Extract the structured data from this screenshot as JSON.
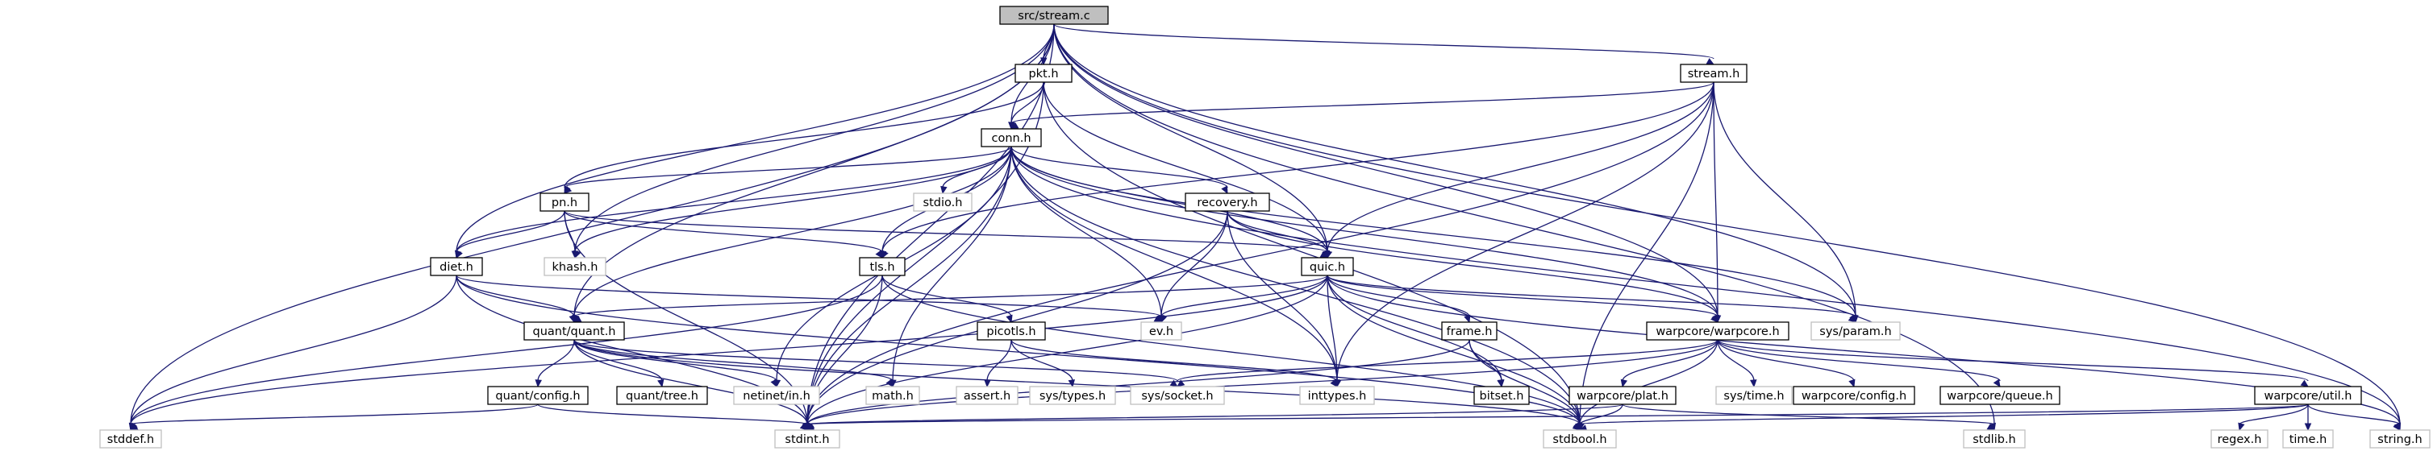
{
  "diagram": {
    "root": "stream_c",
    "colors": {
      "edge": "#191970",
      "root_fill": "#bfbfbf",
      "system_border": "#bfbfbf",
      "local_border": "#000000"
    },
    "nodes": [
      {
        "id": "stream_c",
        "label": "src/stream.c",
        "kind": "root"
      },
      {
        "id": "pkt_h",
        "label": "pkt.h",
        "kind": "local"
      },
      {
        "id": "stream_h",
        "label": "stream.h",
        "kind": "local"
      },
      {
        "id": "conn_h",
        "label": "conn.h",
        "kind": "local"
      },
      {
        "id": "pn_h",
        "label": "pn.h",
        "kind": "local"
      },
      {
        "id": "stdio_h",
        "label": "stdio.h",
        "kind": "system"
      },
      {
        "id": "recovery_h",
        "label": "recovery.h",
        "kind": "local"
      },
      {
        "id": "diet_h",
        "label": "diet.h",
        "kind": "local"
      },
      {
        "id": "khash_h",
        "label": "khash.h",
        "kind": "system"
      },
      {
        "id": "tls_h",
        "label": "tls.h",
        "kind": "local"
      },
      {
        "id": "quic_h",
        "label": "quic.h",
        "kind": "local"
      },
      {
        "id": "ev_h",
        "label": "ev.h",
        "kind": "system"
      },
      {
        "id": "sys_param_h",
        "label": "sys/param.h",
        "kind": "system"
      },
      {
        "id": "quant_quant_h",
        "label": "quant/quant.h",
        "kind": "local"
      },
      {
        "id": "picotls_h",
        "label": "picotls.h",
        "kind": "local"
      },
      {
        "id": "frame_h",
        "label": "frame.h",
        "kind": "local"
      },
      {
        "id": "warpcore_h",
        "label": "warpcore/warpcore.h",
        "kind": "local"
      },
      {
        "id": "inttypes_h",
        "label": "inttypes.h",
        "kind": "system"
      },
      {
        "id": "quant_config_h",
        "label": "quant/config.h",
        "kind": "local"
      },
      {
        "id": "quant_tree_h",
        "label": "quant/tree.h",
        "kind": "local"
      },
      {
        "id": "netinet_in_h",
        "label": "netinet/in.h",
        "kind": "system"
      },
      {
        "id": "math_h",
        "label": "math.h",
        "kind": "system"
      },
      {
        "id": "assert_h",
        "label": "assert.h",
        "kind": "system"
      },
      {
        "id": "sys_types_h",
        "label": "sys/types.h",
        "kind": "system"
      },
      {
        "id": "sys_socket_h",
        "label": "sys/socket.h",
        "kind": "system"
      },
      {
        "id": "bitset_h",
        "label": "bitset.h",
        "kind": "local"
      },
      {
        "id": "warpcore_plat_h",
        "label": "warpcore/plat.h",
        "kind": "local"
      },
      {
        "id": "sys_time_h",
        "label": "sys/time.h",
        "kind": "system"
      },
      {
        "id": "warpcore_config_h",
        "label": "warpcore/config.h",
        "kind": "local"
      },
      {
        "id": "warpcore_queue_h",
        "label": "warpcore/queue.h",
        "kind": "local"
      },
      {
        "id": "warpcore_util_h",
        "label": "warpcore/util.h",
        "kind": "local"
      },
      {
        "id": "stddef_h",
        "label": "stddef.h",
        "kind": "system"
      },
      {
        "id": "stdint_h",
        "label": "stdint.h",
        "kind": "system"
      },
      {
        "id": "stdbool_h",
        "label": "stdbool.h",
        "kind": "system"
      },
      {
        "id": "stdlib_h",
        "label": "stdlib.h",
        "kind": "system"
      },
      {
        "id": "regex_h",
        "label": "regex.h",
        "kind": "system"
      },
      {
        "id": "time_h",
        "label": "time.h",
        "kind": "system"
      },
      {
        "id": "string_h",
        "label": "string.h",
        "kind": "system"
      }
    ],
    "edges": [
      [
        "stream_c",
        "pkt_h"
      ],
      [
        "stream_c",
        "stream_h"
      ],
      [
        "stream_c",
        "conn_h"
      ],
      [
        "stream_c",
        "diet_h"
      ],
      [
        "stream_c",
        "quic_h"
      ],
      [
        "stream_c",
        "warpcore_h"
      ],
      [
        "stream_c",
        "quant_quant_h"
      ],
      [
        "stream_c",
        "khash_h"
      ],
      [
        "stream_c",
        "stdint_h"
      ],
      [
        "stream_c",
        "stddef_h"
      ],
      [
        "stream_c",
        "sys_param_h"
      ],
      [
        "stream_c",
        "stdlib_h"
      ],
      [
        "stream_c",
        "string_h"
      ],
      [
        "pkt_h",
        "conn_h"
      ],
      [
        "pkt_h",
        "pn_h"
      ],
      [
        "pkt_h",
        "quic_h"
      ],
      [
        "pkt_h",
        "stdint_h"
      ],
      [
        "pkt_h",
        "stdbool_h"
      ],
      [
        "stream_h",
        "conn_h"
      ],
      [
        "stream_h",
        "quic_h"
      ],
      [
        "stream_h",
        "warpcore_h"
      ],
      [
        "stream_h",
        "tls_h"
      ],
      [
        "stream_h",
        "inttypes_h"
      ],
      [
        "stream_h",
        "sys_param_h"
      ],
      [
        "stream_h",
        "stdint_h"
      ],
      [
        "stream_h",
        "stdbool_h"
      ],
      [
        "conn_h",
        "pn_h"
      ],
      [
        "conn_h",
        "stdio_h"
      ],
      [
        "conn_h",
        "recovery_h"
      ],
      [
        "conn_h",
        "diet_h"
      ],
      [
        "conn_h",
        "khash_h"
      ],
      [
        "conn_h",
        "tls_h"
      ],
      [
        "conn_h",
        "quic_h"
      ],
      [
        "conn_h",
        "ev_h"
      ],
      [
        "conn_h",
        "quant_quant_h"
      ],
      [
        "conn_h",
        "warpcore_h"
      ],
      [
        "conn_h",
        "netinet_in_h"
      ],
      [
        "conn_h",
        "math_h"
      ],
      [
        "conn_h",
        "inttypes_h"
      ],
      [
        "conn_h",
        "stdint_h"
      ],
      [
        "conn_h",
        "stdbool_h"
      ],
      [
        "conn_h",
        "sys_param_h"
      ],
      [
        "conn_h",
        "string_h"
      ],
      [
        "pn_h",
        "diet_h"
      ],
      [
        "pn_h",
        "khash_h"
      ],
      [
        "pn_h",
        "tls_h"
      ],
      [
        "pn_h",
        "quic_h"
      ],
      [
        "pn_h",
        "stdint_h"
      ],
      [
        "recovery_h",
        "quic_h"
      ],
      [
        "recovery_h",
        "ev_h"
      ],
      [
        "recovery_h",
        "warpcore_h"
      ],
      [
        "recovery_h",
        "inttypes_h"
      ],
      [
        "recovery_h",
        "stdint_h"
      ],
      [
        "diet_h",
        "quant_quant_h"
      ],
      [
        "diet_h",
        "ev_h"
      ],
      [
        "diet_h",
        "stdint_h"
      ],
      [
        "diet_h",
        "stddef_h"
      ],
      [
        "diet_h",
        "stdbool_h"
      ],
      [
        "tls_h",
        "picotls_h"
      ],
      [
        "tls_h",
        "stdint_h"
      ],
      [
        "tls_h",
        "stdbool_h"
      ],
      [
        "tls_h",
        "stddef_h"
      ],
      [
        "quic_h",
        "quant_quant_h"
      ],
      [
        "quic_h",
        "ev_h"
      ],
      [
        "quic_h",
        "frame_h"
      ],
      [
        "quic_h",
        "warpcore_h"
      ],
      [
        "quic_h",
        "bitset_h"
      ],
      [
        "quic_h",
        "inttypes_h"
      ],
      [
        "quic_h",
        "sys_param_h"
      ],
      [
        "quic_h",
        "stdint_h"
      ],
      [
        "quic_h",
        "stdbool_h"
      ],
      [
        "quic_h",
        "stddef_h"
      ],
      [
        "quic_h",
        "string_h"
      ],
      [
        "quant_quant_h",
        "quant_config_h"
      ],
      [
        "quant_quant_h",
        "quant_tree_h"
      ],
      [
        "quant_quant_h",
        "netinet_in_h"
      ],
      [
        "quant_quant_h",
        "math_h"
      ],
      [
        "quant_quant_h",
        "sys_socket_h"
      ],
      [
        "quant_quant_h",
        "stdint_h"
      ],
      [
        "quant_quant_h",
        "stdbool_h"
      ],
      [
        "picotls_h",
        "assert_h"
      ],
      [
        "picotls_h",
        "sys_types_h"
      ],
      [
        "picotls_h",
        "inttypes_h"
      ],
      [
        "frame_h",
        "bitset_h"
      ],
      [
        "frame_h",
        "stdint_h"
      ],
      [
        "frame_h",
        "stdbool_h"
      ],
      [
        "warpcore_h",
        "warpcore_plat_h"
      ],
      [
        "warpcore_h",
        "sys_time_h"
      ],
      [
        "warpcore_h",
        "warpcore_config_h"
      ],
      [
        "warpcore_h",
        "warpcore_queue_h"
      ],
      [
        "warpcore_h",
        "warpcore_util_h"
      ],
      [
        "warpcore_h",
        "sys_socket_h"
      ],
      [
        "warpcore_h",
        "stdint_h"
      ],
      [
        "warpcore_h",
        "stdbool_h"
      ],
      [
        "warpcore_plat_h",
        "stdint_h"
      ],
      [
        "warpcore_plat_h",
        "stdbool_h"
      ],
      [
        "warpcore_plat_h",
        "stdlib_h"
      ],
      [
        "warpcore_util_h",
        "regex_h"
      ],
      [
        "warpcore_util_h",
        "time_h"
      ],
      [
        "warpcore_util_h",
        "string_h"
      ],
      [
        "warpcore_util_h",
        "stdint_h"
      ],
      [
        "warpcore_util_h",
        "stdbool_h"
      ],
      [
        "quant_config_h",
        "stddef_h"
      ],
      [
        "quant_config_h",
        "stdint_h"
      ]
    ]
  }
}
